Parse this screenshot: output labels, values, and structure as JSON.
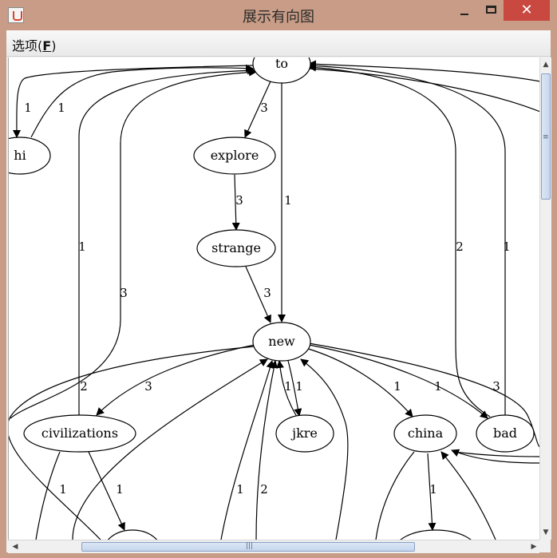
{
  "window": {
    "title": "展示有向图",
    "menu_label": "选项",
    "menu_mnemonic": "F",
    "close_glyph": "✕"
  },
  "graph": {
    "nodes": [
      {
        "id": "to",
        "label": "to"
      },
      {
        "id": "hi",
        "label": "hi"
      },
      {
        "id": "explore",
        "label": "explore"
      },
      {
        "id": "strange",
        "label": "strange"
      },
      {
        "id": "new",
        "label": "new"
      },
      {
        "id": "civilizations",
        "label": "civilizations"
      },
      {
        "id": "jkre",
        "label": "jkre"
      },
      {
        "id": "china",
        "label": "china"
      },
      {
        "id": "bad",
        "label": "bad"
      }
    ],
    "edges": [
      {
        "from": "to",
        "to": "hi",
        "weight": "1"
      },
      {
        "from": "hi",
        "to": "to",
        "weight": "1"
      },
      {
        "from": "to",
        "to": "explore",
        "weight": "3"
      },
      {
        "from": "explore",
        "to": "strange",
        "weight": "3"
      },
      {
        "from": "strange",
        "to": "new",
        "weight": "3"
      },
      {
        "from": "to",
        "to": "new",
        "weight": "1"
      },
      {
        "from": "civilizations",
        "to": "to",
        "weight": "1"
      },
      {
        "from": "(offscreen)",
        "to": "to",
        "weight": "3"
      },
      {
        "from": "bad",
        "to": "to",
        "weight": "2"
      },
      {
        "from": "(offscreen)",
        "to": "to",
        "weight": "1"
      },
      {
        "from": "new",
        "to": "civilizations",
        "weight": "3"
      },
      {
        "from": "new",
        "to": "(offscreen)",
        "weight": "2"
      },
      {
        "from": "jkre",
        "to": "new",
        "weight": "1"
      },
      {
        "from": "new",
        "to": "jkre",
        "weight": "1"
      },
      {
        "from": "new",
        "to": "china",
        "weight": "1"
      },
      {
        "from": "new",
        "to": "bad",
        "weight": "1"
      },
      {
        "from": "new",
        "to": "(offscreen)",
        "weight": "3"
      },
      {
        "from": "civilizations",
        "to": "(offscreen)",
        "weight": "1"
      },
      {
        "from": "civilizations",
        "to": "(offscreen)",
        "weight": "1"
      },
      {
        "from": "(offscreen)",
        "to": "new",
        "weight": "1"
      },
      {
        "from": "(offscreen)",
        "to": "new",
        "weight": "2"
      },
      {
        "from": "china",
        "to": "(offscreen)",
        "weight": "1"
      }
    ]
  }
}
